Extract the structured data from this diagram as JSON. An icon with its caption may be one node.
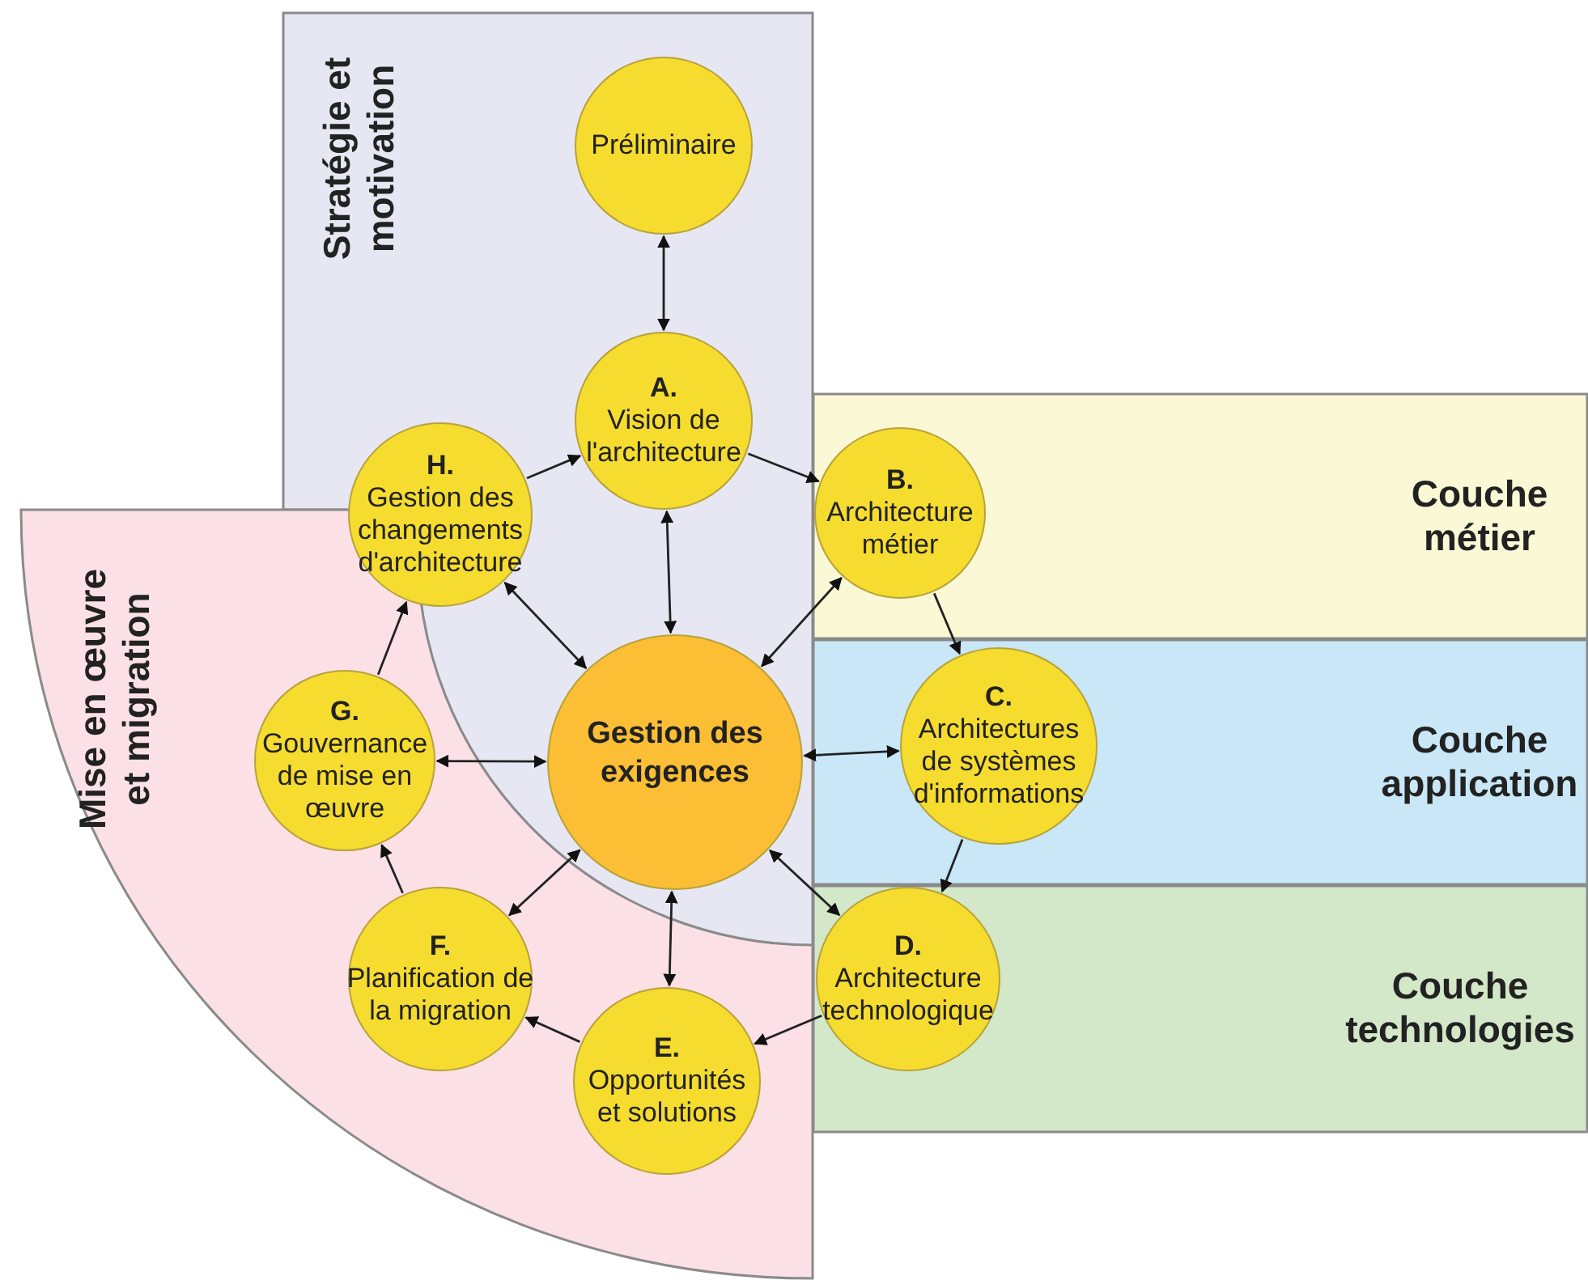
{
  "diagram": {
    "nodes": [
      {
        "text": [
          "Stratégie et motivation"
        ]
      },
      {
        "text": [
          "Mise en œuvre et migration"
        ]
      },
      {
        "text": [
          "Couche métier"
        ]
      },
      {
        "text": [
          "Couche application"
        ]
      },
      {
        "text": [
          "Couche technologies"
        ]
      },
      {
        "text": [
          "Préliminaire"
        ],
        "in": 0
      },
      {
        "text": [
          "A.",
          "Vision de l'architecture"
        ],
        "in": 0
      },
      {
        "text": [
          "B.",
          "Architecture métier"
        ],
        "in": 2
      },
      {
        "text": [
          "C.",
          "Architectures de systèmes d'informations"
        ],
        "in": 3
      },
      {
        "text": [
          "D.",
          "Architecture technologique"
        ],
        "in": 4
      },
      {
        "text": [
          "E.",
          "Opportunités et solutions"
        ],
        "in": 1
      },
      {
        "text": [
          "F.",
          "Planification de la migration"
        ],
        "in": 1
      },
      {
        "text": [
          "G.",
          "Gouvernance de mise en œuvre"
        ],
        "in": 1
      },
      {
        "text": [
          "H.",
          "Gestion des changements d'architecture"
        ],
        "in": 0
      },
      {
        "text": [
          "Gestion des exigences"
        ],
        "in": 0
      }
    ],
    "edges": [
      {
        "from": 5,
        "to": 6,
        "arrow": "both"
      },
      {
        "from": 6,
        "to": 7,
        "arrow": "to"
      },
      {
        "from": 7,
        "to": 8,
        "arrow": "to"
      },
      {
        "from": 8,
        "to": 9,
        "arrow": "to"
      },
      {
        "from": 9,
        "to": 10,
        "arrow": "to"
      },
      {
        "from": 10,
        "to": 11,
        "arrow": "to"
      },
      {
        "from": 11,
        "to": 12,
        "arrow": "to"
      },
      {
        "from": 12,
        "to": 13,
        "arrow": "to"
      },
      {
        "from": 13,
        "to": 6,
        "arrow": "to"
      },
      {
        "from": 14,
        "to": 6,
        "arrow": "both"
      },
      {
        "from": 14,
        "to": 7,
        "arrow": "both"
      },
      {
        "from": 14,
        "to": 8,
        "arrow": "both"
      },
      {
        "from": 14,
        "to": 9,
        "arrow": "both"
      },
      {
        "from": 14,
        "to": 10,
        "arrow": "both"
      },
      {
        "from": 14,
        "to": 11,
        "arrow": "both"
      },
      {
        "from": 14,
        "to": 12,
        "arrow": "both"
      },
      {
        "from": 14,
        "to": 13,
        "arrow": "both"
      }
    ]
  }
}
